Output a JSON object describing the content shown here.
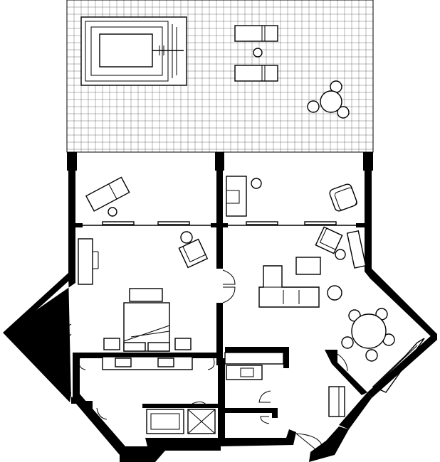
{
  "plan": {
    "line_color": "#000000",
    "background": "#ffffff",
    "terrace_grid": "tiled-terrace",
    "rooms": [
      "pool-terrace",
      "study",
      "bedroom",
      "living-room",
      "dining-area",
      "bathroom",
      "kitchen",
      "entry",
      "wardrobe"
    ]
  }
}
